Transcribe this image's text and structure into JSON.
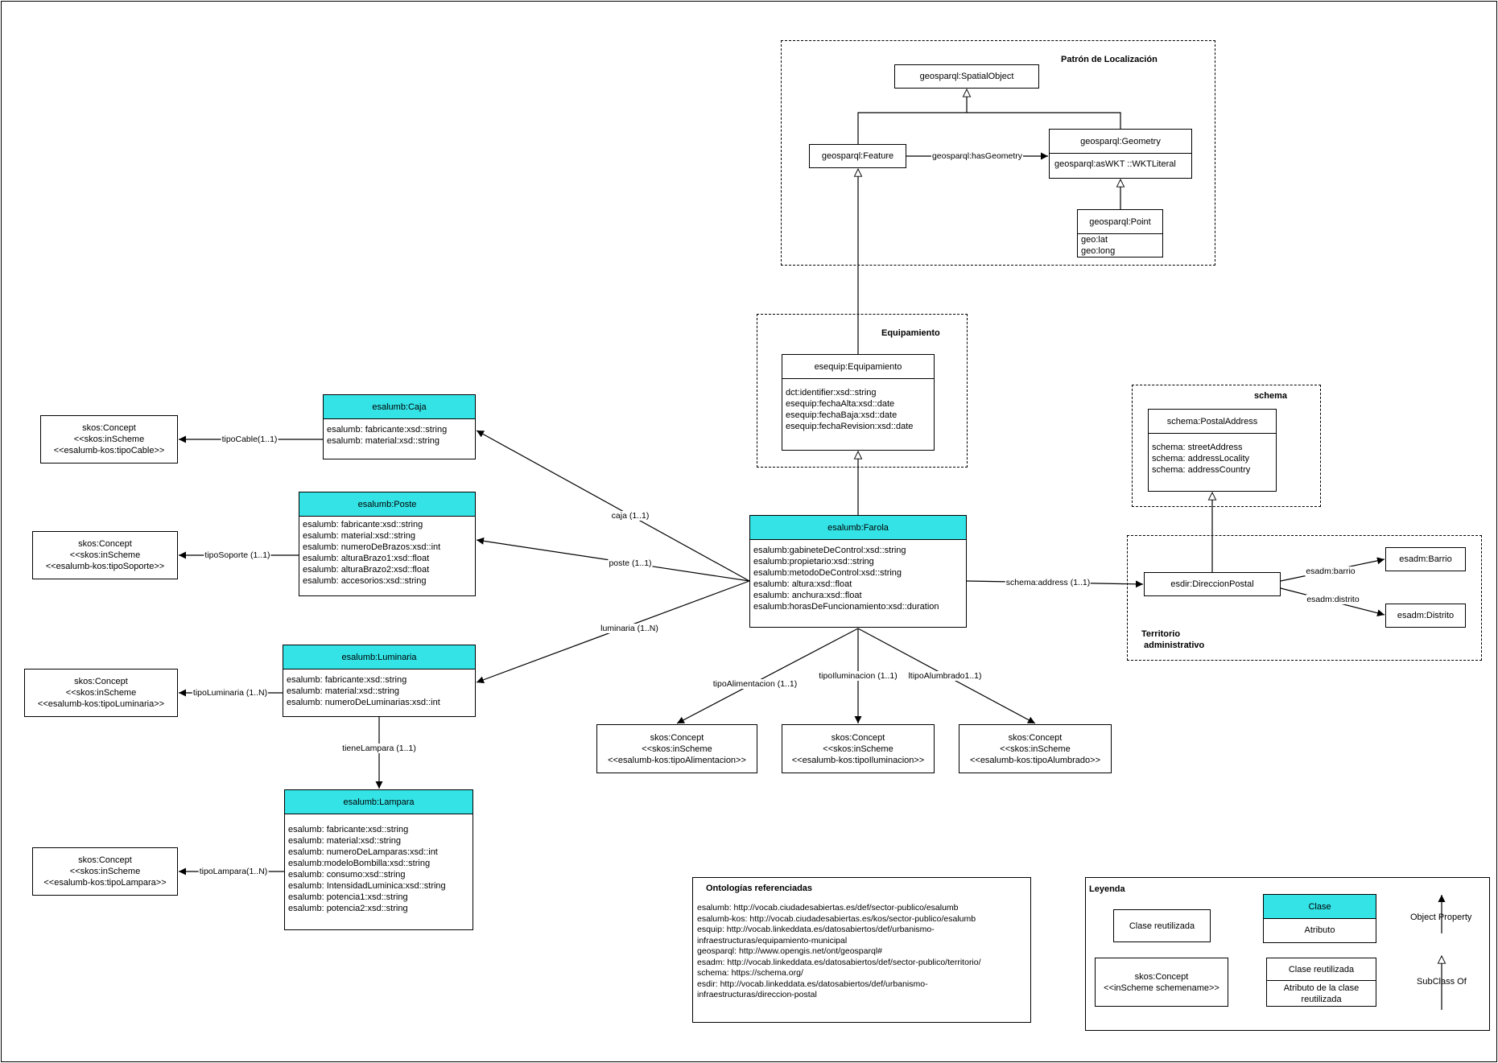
{
  "groups": {
    "localizacion": "Patrón de Localización",
    "equipamiento": "Equipamiento",
    "schema": "schema",
    "territorio": "Territorio\n administrativo"
  },
  "classes": {
    "spatial_object": "geosparql:SpatialObject",
    "feature": "geosparql:Feature",
    "geometry": "geosparql:Geometry",
    "geometry_attr": "geosparql:asWKT ::WKTLiteral",
    "point": "geosparql:Point",
    "point_attrs": "geo:lat\ngeo:long",
    "equipamiento": "esequip:Equipamiento",
    "equipamiento_attrs": "dct:identifier:xsd::string\nesequip:fechaAlta:xsd::date\nesequip:fechaBaja:xsd::date\nesequip:fechaRevision:xsd::date",
    "postal_address": "schema:PostalAddress",
    "postal_address_attrs": "schema: streetAddress\nschema: addressLocality\nschema: addressCountry",
    "farola": "esalumb:Farola",
    "farola_attrs": "esalumb:gabineteDeControl:xsd::string\nesalumb:propietario:xsd::string\nesalumb:metodoDeControl:xsd::string\nesalumb: altura:xsd::float\nesalumb: anchura:xsd::float\nesalumb:horasDeFuncionamiento:xsd::duration",
    "direccion_postal": "esdir:DireccionPostal",
    "barrio": "esadm:Barrio",
    "distrito": "esadm:Distrito",
    "caja": "esalumb:Caja",
    "caja_attrs": "esalumb: fabricante:xsd::string\nesalumb: material:xsd::string",
    "poste": "esalumb:Poste",
    "poste_attrs": "esalumb: fabricante:xsd::string\nesalumb: material:xsd::string\nesalumb: numeroDeBrazos:xsd::int\nesalumb: alturaBrazo1:xsd::float\nesalumb: alturaBrazo2:xsd::float\nesalumb: accesorios:xsd::string",
    "luminaria": "esalumb:Luminaria",
    "luminaria_attrs": "esalumb: fabricante:xsd::string\nesalumb: material:xsd::string\nesalumb: numeroDeLuminarias:xsd::int",
    "lampara": "esalumb:Lampara",
    "lampara_attrs": "esalumb: fabricante:xsd::string\nesalumb: material:xsd::string\nesalumb: numeroDeLamparas:xsd::int\nesalumb:modeloBombilla:xsd::string\nesalumb: consumo:xsd::string\nesalumb: IntensidadLuminica:xsd::string\nesalumb: potencia1:xsd::string\nesalumb: potencia2:xsd::string"
  },
  "concepts": {
    "tipo_cable": "skos:Concept\n<<skos:inScheme\n<<esalumb-kos:tipoCable>>",
    "tipo_soporte": "skos:Concept\n<<skos:inScheme\n<<esalumb-kos:tipoSoporte>>",
    "tipo_luminaria": "skos:Concept\n<<skos:inScheme\n<<esalumb-kos:tipoLuminaria>>",
    "tipo_lampara": "skos:Concept\n<<skos:inScheme\n<<esalumb-kos:tipoLampara>>",
    "tipo_alimentacion": "skos:Concept\n<<skos:inScheme\n<<esalumb-kos:tipoAlimentacion>>",
    "tipo_iluminacion": "skos:Concept\n<<skos:inScheme\n<<esalumb-kos:tipoIluminacion>>",
    "tipo_alumbrado": "skos:Concept\n<<skos:inScheme\n<<esalumb-kos:tipoAlumbrado>>"
  },
  "edges": {
    "has_geometry": "geosparql:hasGeometry",
    "caja": "caja (1..1)",
    "poste": "poste (1..1)",
    "luminaria": "luminaria (1..N)",
    "address": "schema:address (1..1)",
    "barrio": "esadm:barrio",
    "distrito": "esadm:distrito",
    "tipo_cable": "tipoCable(1..1)",
    "tipo_soporte": "tipoSoporte (1..1)",
    "tipo_luminaria": "tipoLuminaria (1..N)",
    "tipo_lampara": "tipoLampara(1..N)",
    "tiene_lampara": "tieneLampara (1..1)",
    "tipo_alimentacion": "tipoAlimentacion (1..1)",
    "tipo_iluminacion": "tipoIluminacion (1..1)",
    "tipo_alumbrado": "ltipoAlumbrado1..1)"
  },
  "ontologias": {
    "title": "Ontologías referenciadas",
    "lines": [
      "esalumb: http://vocab.ciudadesabiertas.es/def/sector-publico/esalumb",
      "esalumb-kos: http://vocab.ciudadesabiertas.es/kos/sector-publico/esalumb",
      "esquip: http://vocab.linkeddata.es/datosabiertos/def/urbanismo-",
      "infraestructuras/equipamiento-municipal",
      "geosparql: http://www.opengis.net/ont/geosparql#",
      "esadm: http://vocab.linkeddata.es/datosabiertos/def/sector-publico/territorio/",
      "schema: https://schema.org/",
      "esdir: http://vocab.linkeddata.es/datosabiertos/def/urbanismo-",
      "infraestructuras/direccion-postal"
    ]
  },
  "leyenda": {
    "title": "Leyenda",
    "clase_reutilizada": "Clase reutilizada",
    "clase": "Clase",
    "atributo": "Atributo",
    "object_property": "Object Property",
    "skos_concept": "skos:Concept\n<<inScheme schemename>>",
    "clase_reutilizada_2": "Clase reutilizada",
    "atributo_clase_reutilizada": "Atributo de la clase\nreutilizada",
    "subclass_of": "SubClass Of"
  },
  "colors": {
    "class_header": "#33e3e6"
  }
}
